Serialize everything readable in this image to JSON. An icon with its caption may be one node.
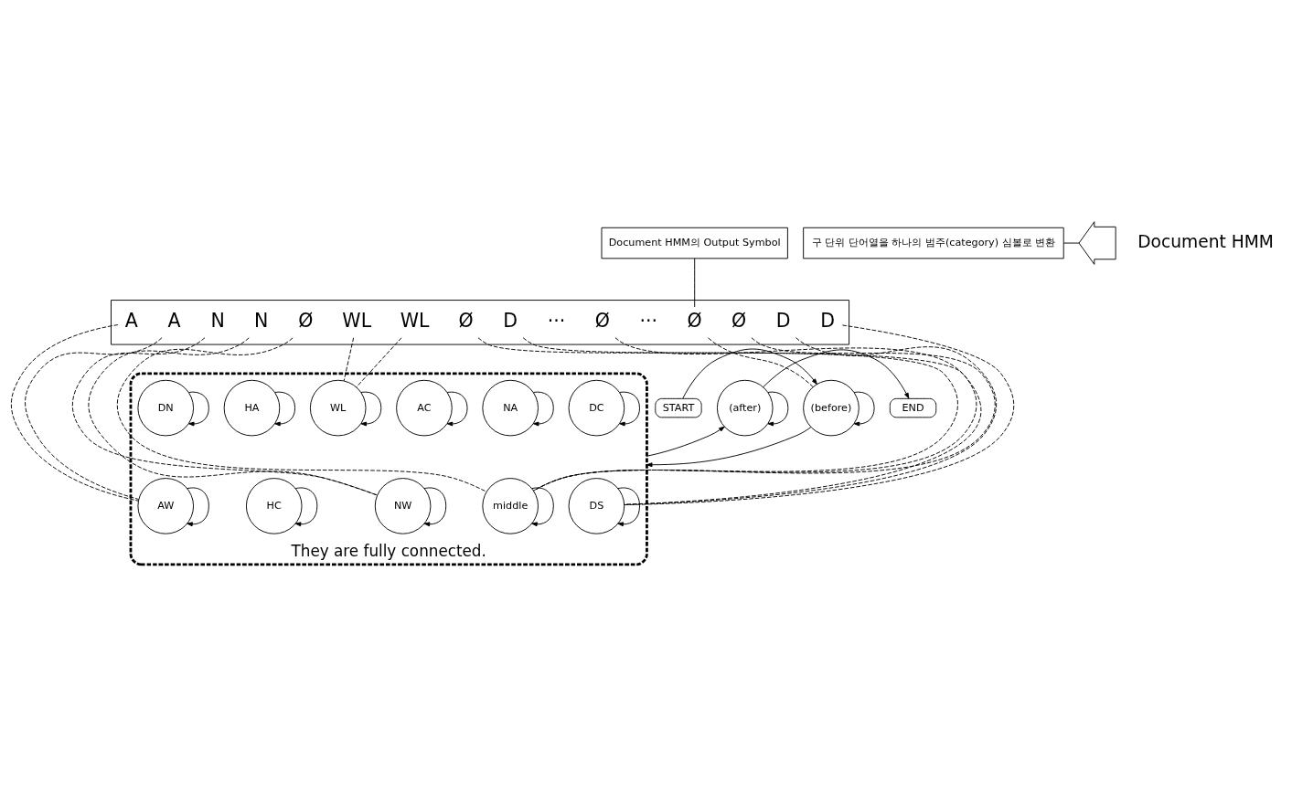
{
  "diagram": {
    "nodes": [
      {
        "text": [
          "Document HMM의 Output Symbol"
        ]
      },
      {
        "text": [],
        "shape": "arrow"
      },
      {
        "text": [
          "구 단위 단어열을 하나의 범주(category) 심볼로 변환"
        ]
      },
      {
        "text": [],
        "shape": "box"
      },
      {
        "text": [
          "Ø"
        ],
        "in": 3
      },
      {
        "text": [
          "N"
        ],
        "in": 3
      },
      {
        "text": [
          "N"
        ],
        "in": 3
      },
      {
        "text": [
          "A"
        ],
        "in": 3
      },
      {
        "text": [
          "···"
        ],
        "in": 3
      },
      {
        "text": [
          "Ø"
        ],
        "in": 3
      },
      {
        "text": [
          "···"
        ],
        "in": 3
      },
      {
        "text": [
          "A"
        ],
        "in": 3
      },
      {
        "text": [
          "WL"
        ],
        "in": 3
      },
      {
        "text": [
          "Ø"
        ],
        "in": 3
      },
      {
        "text": [
          "WL"
        ],
        "in": 3
      },
      {
        "text": [
          "D"
        ],
        "in": 3
      },
      {
        "text": [
          "Ø"
        ],
        "in": 3
      },
      {
        "text": [
          "D"
        ],
        "in": 3
      },
      {
        "text": [
          "Ø"
        ],
        "in": 3
      },
      {
        "text": [
          "D"
        ],
        "in": 3
      },
      {
        "text": [
          "START"
        ]
      },
      {
        "text": [
          "(before)"
        ]
      },
      {
        "text": [
          "They are fully connected."
        ]
      },
      {
        "text": [
          "NW"
        ],
        "in": 22
      },
      {
        "text": [
          "AW"
        ],
        "in": 22
      },
      {
        "text": [
          "middle"
        ],
        "in": 22
      },
      {
        "text": [
          "HC"
        ],
        "in": 22
      },
      {
        "text": [
          "DS"
        ],
        "in": 22
      },
      {
        "text": [
          "DC"
        ],
        "in": 22
      },
      {
        "text": [
          "NA"
        ],
        "in": 22
      },
      {
        "text": [
          "AC"
        ],
        "in": 22
      },
      {
        "text": [
          "WL"
        ],
        "in": 22
      },
      {
        "text": [
          "HA"
        ],
        "in": 22
      },
      {
        "text": [
          "DN"
        ],
        "in": 22
      },
      {
        "text": [
          "(after)"
        ]
      },
      {
        "text": [
          "END"
        ]
      }
    ],
    "edges": [
      {
        "from": 0,
        "to": 4,
        "arrow": "none"
      },
      {
        "from": 2,
        "to": 1,
        "arrow": "none"
      },
      {
        "from": 4,
        "to": 21,
        "arrow": "none",
        "style": "dashed"
      },
      {
        "from": 5,
        "to": 23,
        "arrow": "none",
        "style": "dashed"
      },
      {
        "from": 6,
        "to": 23,
        "arrow": "none",
        "style": "dashed"
      },
      {
        "from": 7,
        "to": 24,
        "arrow": "none",
        "style": "dashed"
      },
      {
        "from": 9,
        "to": 25,
        "arrow": "none",
        "style": "dashed"
      },
      {
        "from": 11,
        "to": 24,
        "arrow": "none",
        "style": "dashed"
      },
      {
        "from": 12,
        "to": 31,
        "arrow": "none",
        "style": "dashed"
      },
      {
        "from": 13,
        "to": 25,
        "arrow": "none",
        "style": "dashed"
      },
      {
        "from": 14,
        "to": 31,
        "arrow": "none",
        "style": "dashed"
      },
      {
        "from": 15,
        "to": 27,
        "arrow": "none",
        "style": "dashed"
      },
      {
        "from": 16,
        "to": 25,
        "arrow": "none",
        "style": "dashed"
      },
      {
        "from": 17,
        "to": 27,
        "arrow": "none",
        "style": "dashed"
      },
      {
        "from": 18,
        "to": 25,
        "arrow": "none",
        "style": "dashed"
      },
      {
        "from": 19,
        "to": 27,
        "arrow": "none",
        "style": "dashed"
      },
      {
        "from": 20,
        "to": 21,
        "arrow": "to"
      },
      {
        "from": 21,
        "to": 21,
        "arrow": "to"
      },
      {
        "from": 21,
        "to": 22,
        "arrow": "to"
      },
      {
        "from": 23,
        "to": 23,
        "arrow": "to"
      },
      {
        "from": 24,
        "to": 24,
        "arrow": "to"
      },
      {
        "from": 25,
        "to": 25,
        "arrow": "to"
      },
      {
        "from": 26,
        "to": 26,
        "arrow": "to"
      },
      {
        "from": 27,
        "to": 27,
        "arrow": "to"
      },
      {
        "from": 28,
        "to": 28,
        "arrow": "to"
      },
      {
        "from": 29,
        "to": 29,
        "arrow": "to"
      },
      {
        "from": 30,
        "to": 30,
        "arrow": "to"
      },
      {
        "from": 31,
        "to": 31,
        "arrow": "to"
      },
      {
        "from": 32,
        "to": 32,
        "arrow": "to"
      },
      {
        "from": 33,
        "to": 33,
        "arrow": "to"
      },
      {
        "from": 22,
        "to": 34,
        "arrow": "to"
      },
      {
        "from": 34,
        "to": 34,
        "arrow": "to"
      },
      {
        "from": 34,
        "to": 35,
        "arrow": "to"
      }
    ],
    "labels": [
      "Document HMM"
    ]
  }
}
